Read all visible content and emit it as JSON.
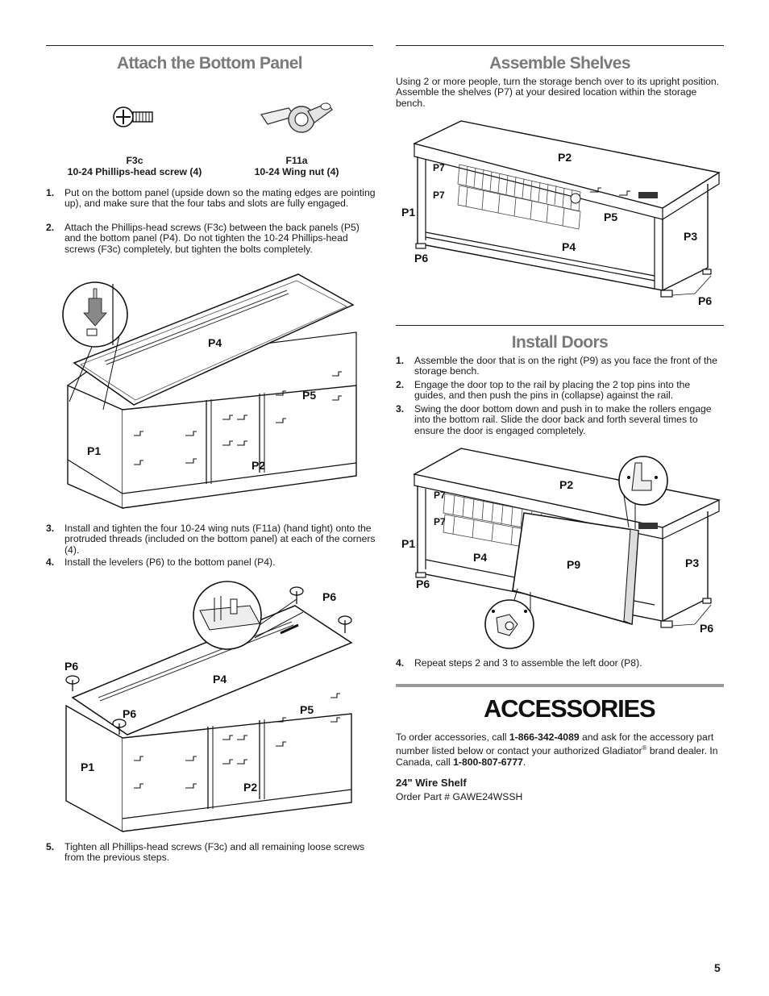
{
  "left": {
    "title": "Attach the Bottom Panel",
    "parts": [
      {
        "code": "F3c",
        "desc": "10-24 Phillips-head screw (4)",
        "icon": "phillips-screw-icon"
      },
      {
        "code": "F11a",
        "desc": "10-24 Wing nut (4)",
        "icon": "wing-nut-icon"
      }
    ],
    "steps_a": [
      {
        "num": "1.",
        "text": "Put on the bottom panel (upside down so the mating edges are pointing up), and make sure that the four tabs and slots are fully engaged."
      },
      {
        "num": "2.",
        "text": "Attach the Phillips-head screws (F3c) between the back panels (P5) and the bottom panel (P4). Do not tighten the 10-24 Phillips-head screws (F3c) completely, but tighten the bolts completely."
      }
    ],
    "fig1_labels": {
      "p4": "P4",
      "p5": "P5",
      "p1": "P1",
      "p2": "P2"
    },
    "steps_b": [
      {
        "num": "3.",
        "text": "Install and tighten the four 10-24 wing nuts (F11a) (hand tight) onto the protruded threads (included on the bottom panel) at each of the corners (4)."
      },
      {
        "num": "4.",
        "text": "Install the levelers (P6) to the bottom panel (P4)."
      }
    ],
    "fig2_labels": {
      "p6a": "P6",
      "p6b": "P6",
      "p6c": "P6",
      "p4": "P4",
      "p5": "P5",
      "p1": "P1",
      "p2": "P2"
    },
    "steps_c": [
      {
        "num": "5.",
        "text": "Tighten all Phillips-head screws (F3c) and all remaining loose screws from the previous steps."
      }
    ]
  },
  "right": {
    "shelves": {
      "title": "Assemble Shelves",
      "intro": "Using 2 or more people, turn the storage bench over to its upright position. Assemble the shelves (P7) at your desired location within the storage bench.",
      "fig_labels": {
        "p7a": "P7",
        "p7b": "P7",
        "p2": "P2",
        "p1": "P1",
        "p5": "P5",
        "p3": "P3",
        "p4": "P4",
        "p6a": "P6",
        "p6b": "P6"
      }
    },
    "doors": {
      "title": "Install Doors",
      "steps": [
        {
          "num": "1.",
          "text": "Assemble the door that is on the right (P9) as you face the front of the storage bench."
        },
        {
          "num": "2.",
          "text": "Engage the door top to the rail by placing the 2 top pins into the guides, and then push the pins in (collapse) against the rail."
        },
        {
          "num": "3.",
          "text": "Swing the door bottom down and push in to make the rollers engage into the bottom rail. Slide the door back and forth several times to ensure the door is engaged completely."
        }
      ],
      "fig_labels": {
        "p7a": "P7",
        "p7b": "P7",
        "p2": "P2",
        "p1": "P1",
        "p4": "P4",
        "p9": "P9",
        "p3": "P3",
        "p6a": "P6",
        "p6b": "P6"
      },
      "step4": {
        "num": "4.",
        "text": "Repeat steps 2 and 3 to assemble the left door (P8)."
      }
    },
    "accessories": {
      "title": "ACCESSORIES",
      "intro_1": "To order accessories, call ",
      "phone_us": "1-866-342-4089",
      "intro_2": " and ask for the accessory part number listed below or contact your authorized Gladiator",
      "reg_mark": "®",
      "intro_3": " brand dealer. In Canada, call ",
      "phone_ca": "1-800-807-6777",
      "intro_4": ".",
      "item_name": "24\" Wire Shelf",
      "item_part": "Order Part # GAWE24WSSH"
    }
  },
  "page_number": "5"
}
